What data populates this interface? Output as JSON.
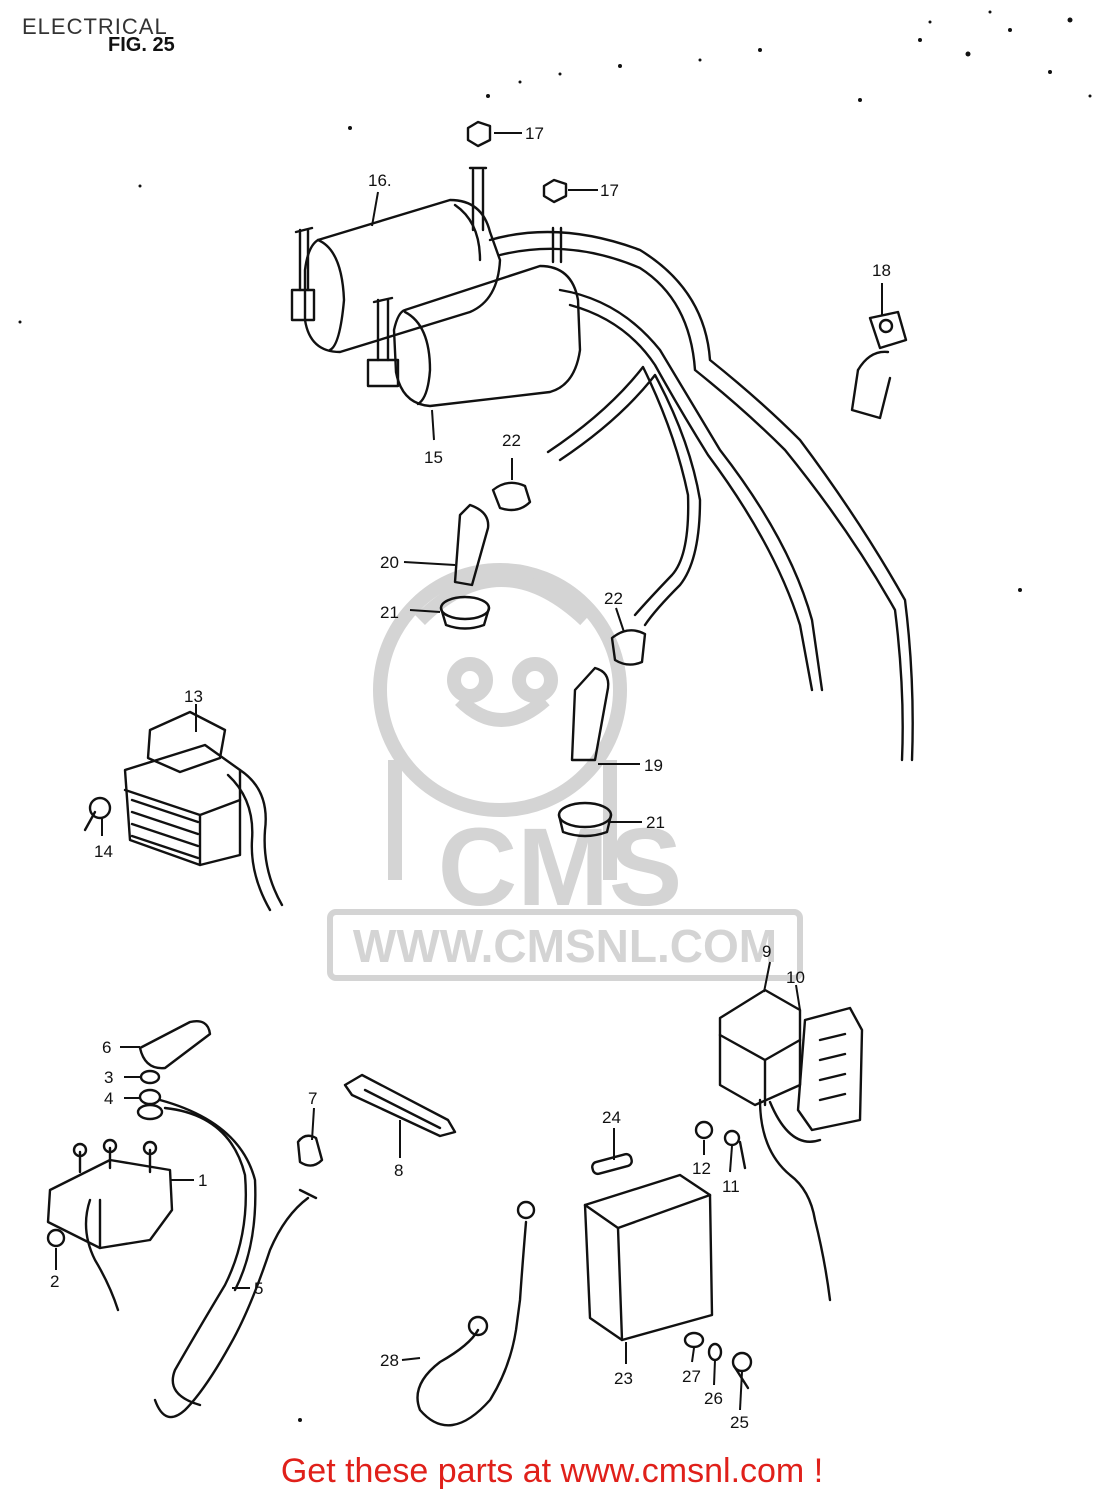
{
  "header": {
    "title": "ELECTRICAL",
    "figure": "FIG. 25"
  },
  "watermark": {
    "brand": "CMS",
    "url": "WWW.CMSNL.COM",
    "color": "#d4d4d4"
  },
  "footer": {
    "cta": "Get these parts at www.cmsnl.com !",
    "cta_color": "#e0201a"
  },
  "callouts": {
    "p1": "1",
    "p2": "2",
    "p3": "3",
    "p4": "4",
    "p5": "5",
    "p6": "6",
    "p7": "7",
    "p8": "8",
    "p9": "9",
    "p10": "10",
    "p11": "11",
    "p12": "12",
    "p13": "13",
    "p14": "14",
    "p15": "15",
    "p16": "16.",
    "p17a": "17",
    "p17b": "17",
    "p18": "18",
    "p19": "19",
    "p20": "20",
    "p21a": "21",
    "p21b": "21",
    "p22a": "22",
    "p22b": "22",
    "p23": "23",
    "p24": "24",
    "p25": "25",
    "p26": "26",
    "p27": "27",
    "p28": "28"
  }
}
